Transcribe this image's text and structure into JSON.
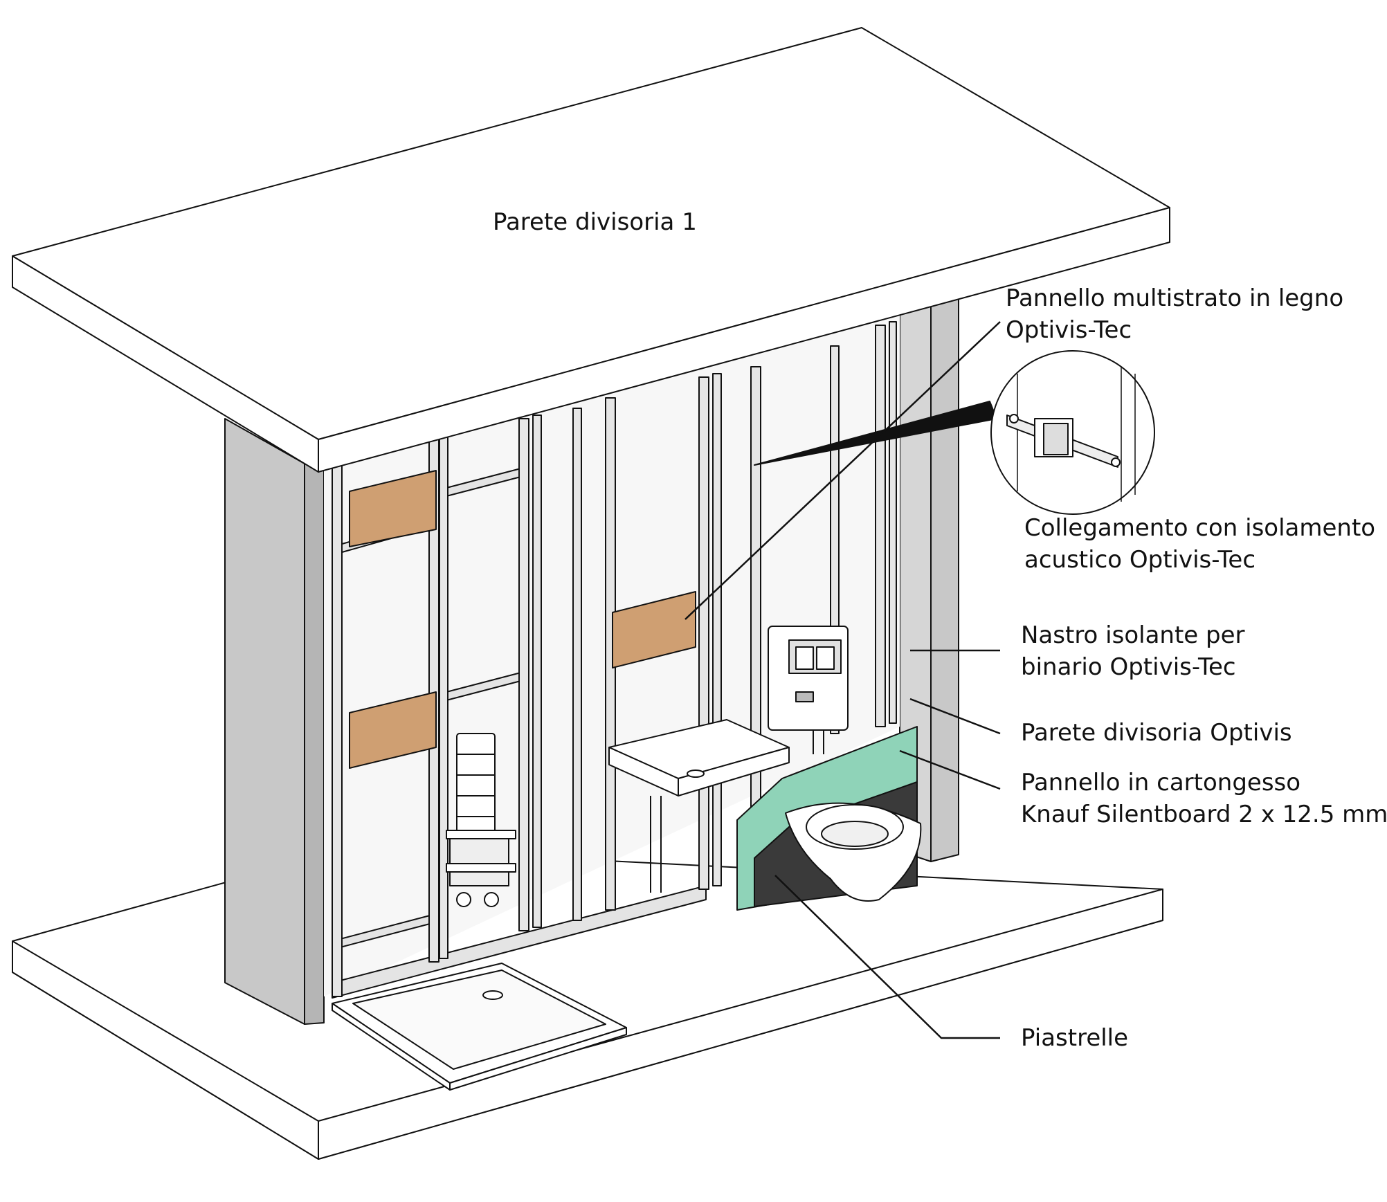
{
  "title": "Parete divisoria 1",
  "labels": {
    "plywood": [
      "Pannello multistrato in legno",
      "Optivis-Tec"
    ],
    "connection": [
      "Collegamento con isolamento",
      "acustico Optivis-Tec"
    ],
    "tape": [
      "Nastro isolante per",
      "binario Optivis-Tec"
    ],
    "wall": "Parete divisoria Optivis",
    "plasterboard": [
      "Pannello in cartongesso",
      "Knauf Silentboard 2 x 12.5 mm"
    ],
    "tiles": "Piastrelle"
  },
  "colors": {
    "line": "#111111",
    "concrete": "#cbcbcb",
    "frame": "#e6e6e6",
    "plywood": "#cf9f72",
    "board": "#8fd3b8",
    "tile": "#3a3a3a",
    "white": "#ffffff"
  }
}
